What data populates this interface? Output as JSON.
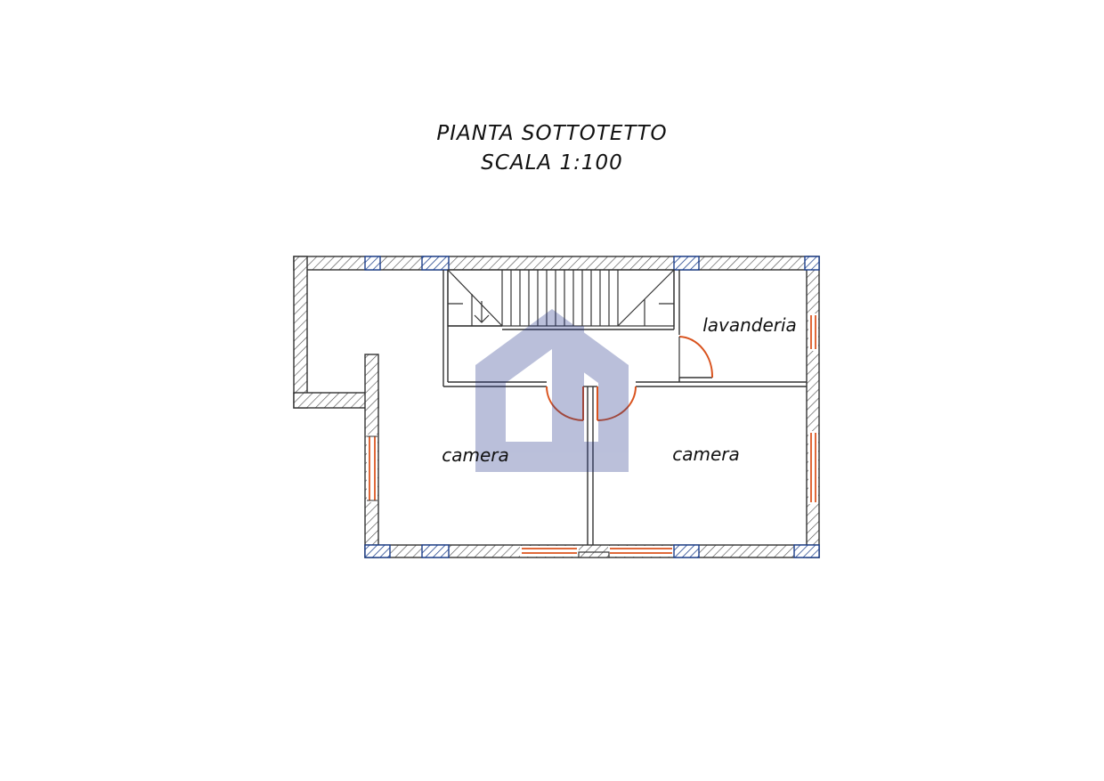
{
  "drawing": {
    "title": "PIANTA SOTTOTETTO",
    "scale": "SCALA 1:100"
  },
  "rooms": [
    {
      "id": "lavanderia",
      "label": "lavanderia"
    },
    {
      "id": "camera-left",
      "label": "camera"
    },
    {
      "id": "camera-right",
      "label": "camera"
    }
  ],
  "colors": {
    "wall": "#333333",
    "hatch": "#444444",
    "door": "#d9531e",
    "window": "#e0693a",
    "pillar": "#1c3f8c",
    "watermark": "#1e2f86"
  }
}
